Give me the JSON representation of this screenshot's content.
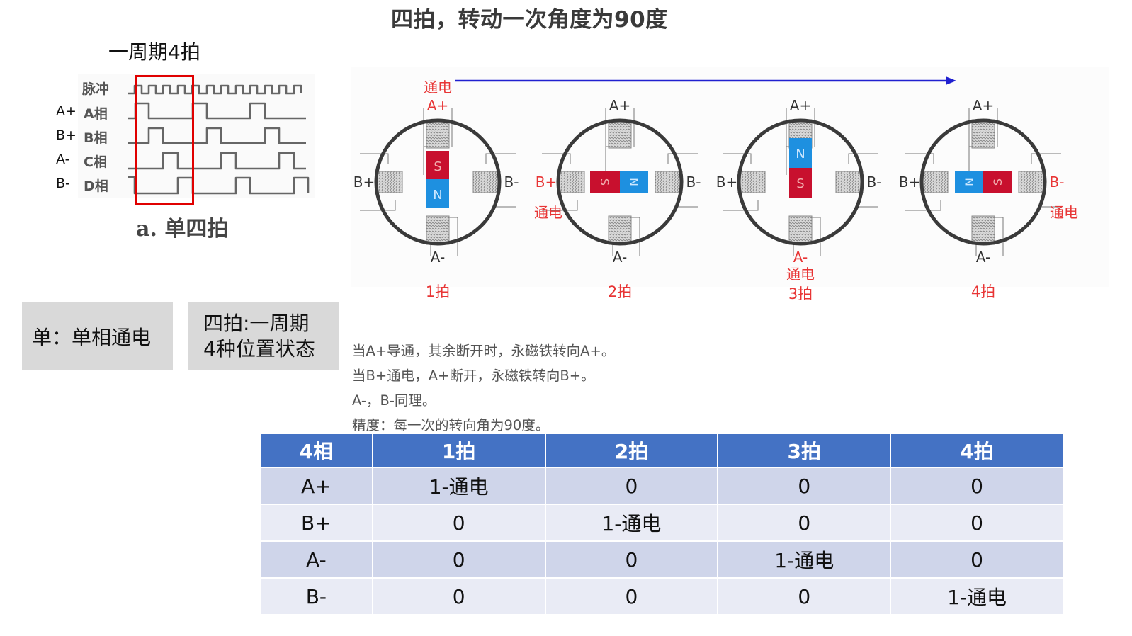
{
  "title": "四拍，转动一次角度为90度",
  "timing": {
    "period_title": "一周期4拍",
    "channels": [
      {
        "phase": "",
        "channel": "脉冲"
      },
      {
        "phase": "A+",
        "channel": "A相"
      },
      {
        "phase": "B+",
        "channel": "B相"
      },
      {
        "phase": "A-",
        "channel": "C相"
      },
      {
        "phase": "B-",
        "channel": "D相"
      }
    ],
    "caption": "a. 单四拍",
    "highlight_color": "#e00000"
  },
  "notes": {
    "single": "单：单相通电",
    "four_beat_line1": "四拍:一周期",
    "four_beat_line2": "4种位置状态"
  },
  "motor_steps": [
    {
      "step": "1拍",
      "energized": "A+",
      "energized_label": "通电",
      "magnet": "vertical-S-top",
      "labels": {
        "top": "A+",
        "bottom": "A-",
        "left": "B+",
        "right": "B-"
      }
    },
    {
      "step": "2拍",
      "energized": "B+",
      "energized_label": "通电",
      "magnet": "horizontal-S-left",
      "labels": {
        "top": "A+",
        "bottom": "A-",
        "left": "B+",
        "right": "B-"
      }
    },
    {
      "step": "3拍",
      "energized": "A-",
      "energized_label": "通电",
      "magnet": "vertical-N-top",
      "labels": {
        "top": "A+",
        "bottom": "A-",
        "left": "B+",
        "right": "B-"
      }
    },
    {
      "step": "4拍",
      "energized": "B-",
      "energized_label": "通电",
      "magnet": "horizontal-N-left",
      "labels": {
        "top": "A+",
        "bottom": "A-",
        "left": "B+",
        "right": "B-"
      }
    }
  ],
  "magnet_labels": {
    "south": "S",
    "north": "N"
  },
  "colors": {
    "south": "#c8102e",
    "north": "#1e90e0",
    "energized": "#e83535",
    "arrow": "#2020d0",
    "table_header": "#4472c4",
    "row_odd": "#cfd5ea",
    "row_even": "#e9ebf5"
  },
  "description": [
    "当A+导通，其余断开时，永磁铁转向A+。",
    "当B+通电，A+断开，永磁铁转向B+。",
    "A-，B-同理。",
    "精度：每一次的转向角为90度。"
  ],
  "table": {
    "headers": [
      "4相",
      "1拍",
      "2拍",
      "3拍",
      "4拍"
    ],
    "rows": [
      [
        "A+",
        "1-通电",
        "0",
        "0",
        "0"
      ],
      [
        "B+",
        "0",
        "1-通电",
        "0",
        "0"
      ],
      [
        "A-",
        "0",
        "0",
        "1-通电",
        "0"
      ],
      [
        "B-",
        "0",
        "0",
        "0",
        "1-通电"
      ]
    ]
  }
}
